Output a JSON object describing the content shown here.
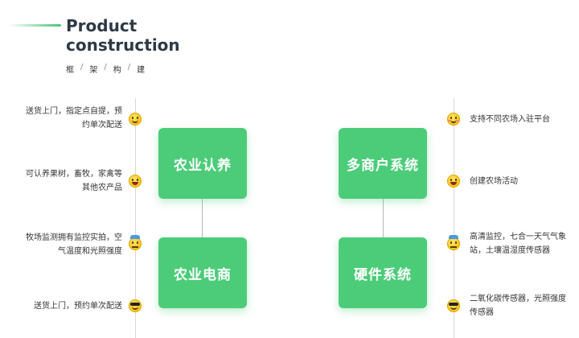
{
  "header": {
    "title_line1": "Product",
    "title_line2": "construction",
    "subtitle_chars": [
      "框",
      "架",
      "构",
      "建"
    ],
    "subtitle_separator": "/"
  },
  "boxes": {
    "agri_adoption": "农业认养",
    "multi_merchant": "多商户系统",
    "agri_ecommerce": "农业电商",
    "hardware": "硬件系统"
  },
  "left_notes": [
    {
      "line1": "送货上门，指定点自提，预",
      "line2": "约单次配送",
      "icon": "smile-emoji-icon"
    },
    {
      "line1": "可认养果树，畜牧，家禽等",
      "line2": "其他农产品",
      "icon": "laughing-emoji-icon"
    },
    {
      "line1": "牧场监测拥有监控实拍，空",
      "line2": "气温度和光照强度",
      "icon": "cap-emoji-icon"
    },
    {
      "line1": "送货上门，预约单次配送",
      "line2": "",
      "icon": "sunglasses-emoji-icon"
    }
  ],
  "right_notes": [
    {
      "line1": "支持不同农场入驻平台",
      "line2": "",
      "icon": "smile-emoji-icon"
    },
    {
      "line1": "创建农场活动",
      "line2": "",
      "icon": "laughing-emoji-icon"
    },
    {
      "line1": "高清监控，七合一天气气象",
      "line2": "站，土壤温湿度传感器",
      "icon": "cap-emoji-icon"
    },
    {
      "line1": "二氧化碳传感器，光照强度",
      "line2": "传感器",
      "icon": "sunglasses-emoji-icon"
    }
  ],
  "colors": {
    "accent_green": "#4ccc79",
    "title_dark": "#2d3a45"
  }
}
